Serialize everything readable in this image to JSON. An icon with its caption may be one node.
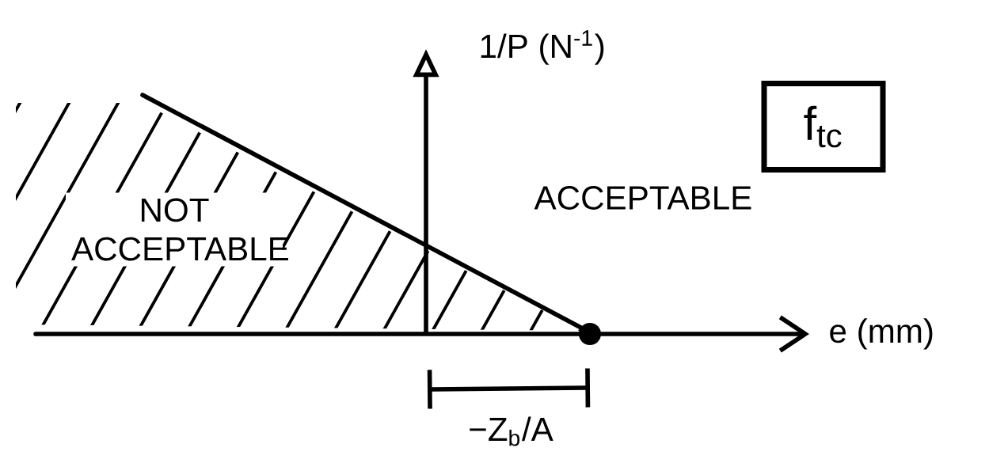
{
  "diagram": {
    "nodes": [
      {
        "text": [
          "f$_{tc}$"
        ]
      }
    ],
    "edges": [],
    "labels": [
      "1/P (N$^{-1}$)",
      "NOT ACCEPTABLE",
      "ACCEPTABLE",
      "e (mm)",
      "−Z$_{b}$/A"
    ]
  }
}
